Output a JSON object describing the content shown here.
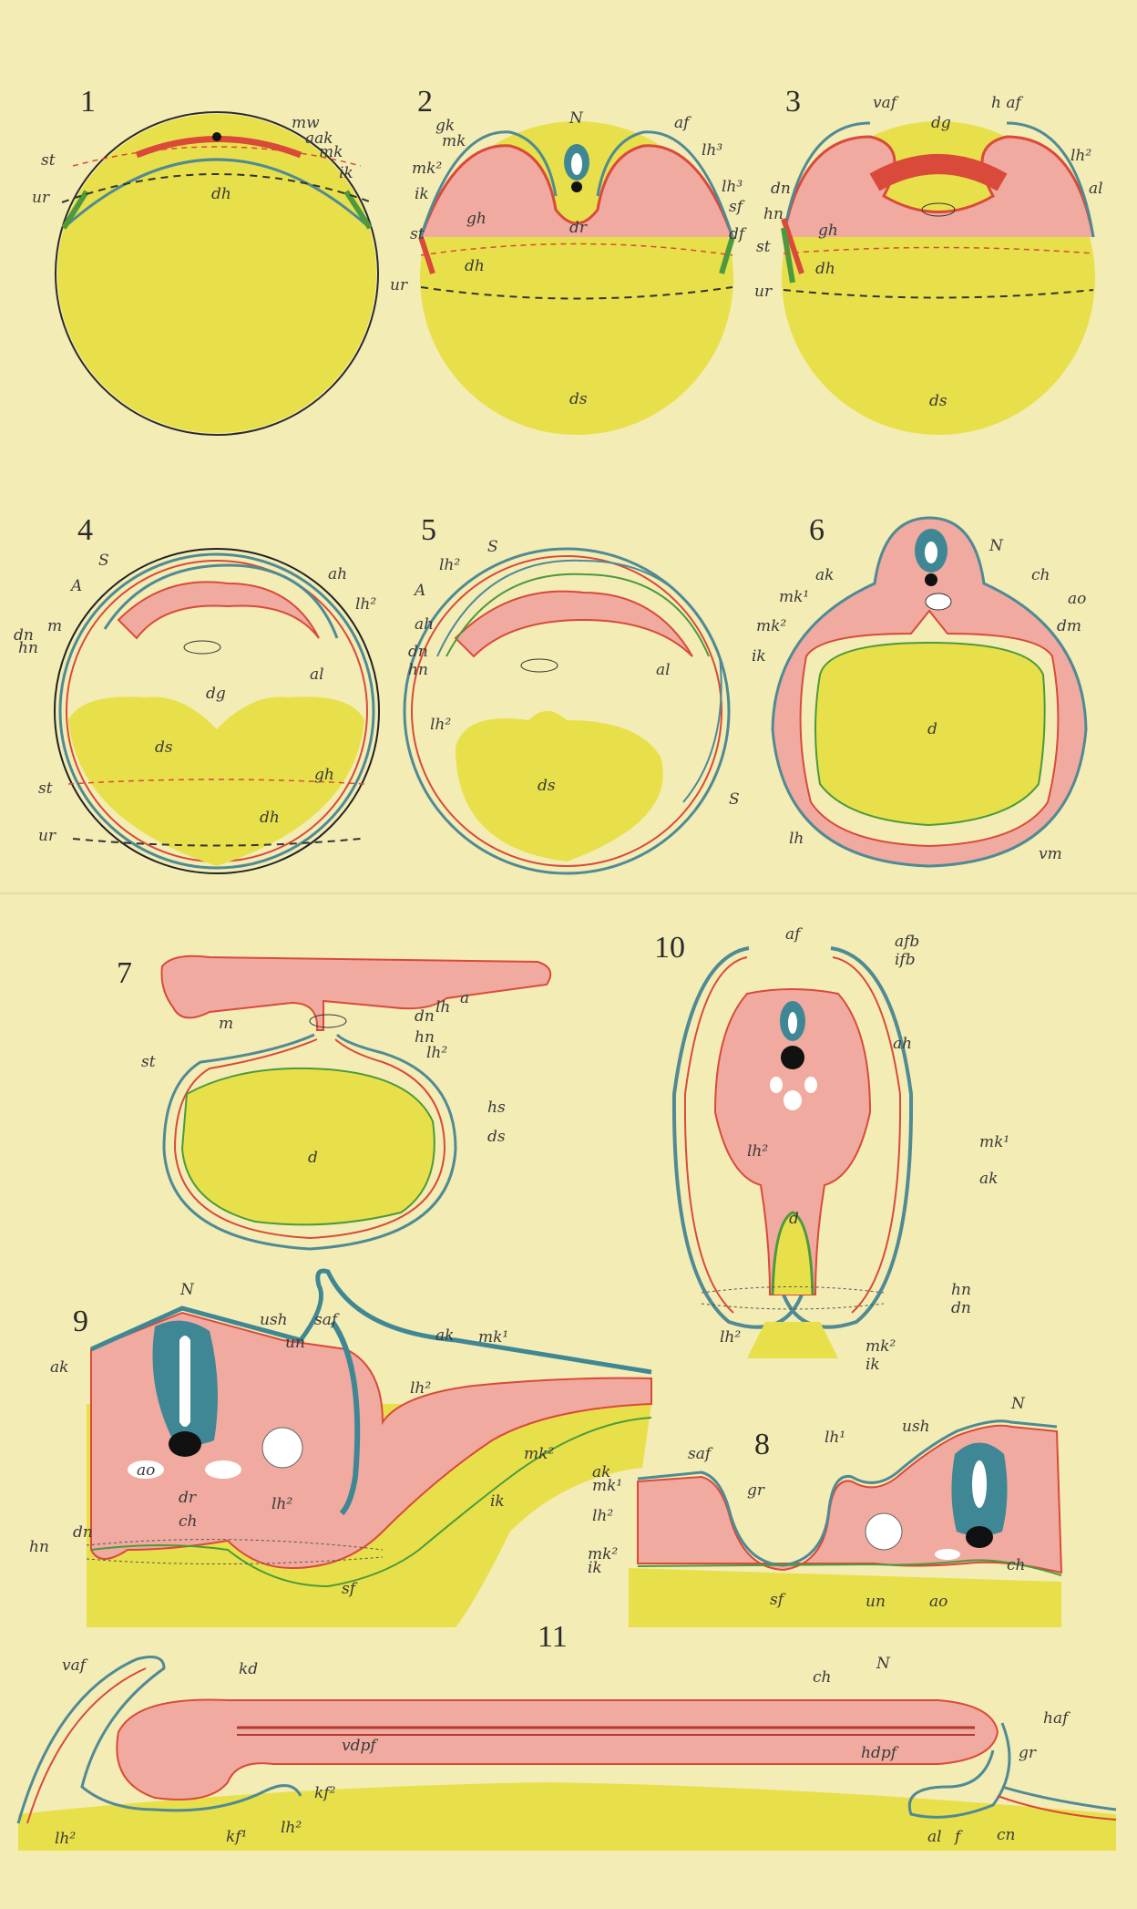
{
  "plate": {
    "border_color": "#f3ecb5",
    "yolk_color": "#e8e04a",
    "ectoderm_color": "#4f8a95",
    "mesoderm_color": "#d94a3a",
    "endoderm_color": "#4c9a3c",
    "tissue_color": "#f0aaa0"
  },
  "figures": {
    "f1": {
      "number": "1",
      "labels": [
        "mw",
        "aak",
        "mk",
        "ik",
        "st",
        "ur",
        "dh"
      ]
    },
    "f2": {
      "number": "2",
      "labels": [
        "N",
        "gk",
        "mk",
        "af",
        "lh³",
        "mk²",
        "lh³",
        "ik",
        "st",
        "ur",
        "gh",
        "dh",
        "ds",
        "sf",
        "df",
        "dr"
      ]
    },
    "f3": {
      "number": "3",
      "labels": [
        "vaf",
        "h af",
        "dg",
        "lh²",
        "dn",
        "al",
        "hn",
        "gh",
        "st",
        "dh",
        "ur",
        "ds"
      ]
    },
    "f4": {
      "number": "4",
      "labels": [
        "S",
        "A",
        "ah",
        "lh²",
        "m",
        "dn",
        "hn",
        "dg",
        "al",
        "ds",
        "gh",
        "st",
        "dh",
        "ur"
      ]
    },
    "f5": {
      "number": "5",
      "labels": [
        "S",
        "lh²",
        "A",
        "ah",
        "dn",
        "hn",
        "al",
        "lh²",
        "ds",
        "S"
      ]
    },
    "f6": {
      "number": "6",
      "labels": [
        "N",
        "ak",
        "ch",
        "mk¹",
        "ao",
        "mk²",
        "dm",
        "ik",
        "d",
        "lh",
        "vm"
      ]
    },
    "f7": {
      "number": "7",
      "labels": [
        "m",
        "lh",
        "a",
        "dn",
        "hn",
        "st",
        "lh²",
        "hs",
        "ds",
        "d"
      ]
    },
    "f8": {
      "number": "8",
      "labels": [
        "saf",
        "lh¹",
        "ush",
        "N",
        "ak",
        "mk¹",
        "gr",
        "lh²",
        "mk²",
        "ik",
        "sf",
        "un",
        "ao",
        "ch"
      ]
    },
    "f9": {
      "number": "9",
      "labels": [
        "N",
        "ush",
        "saf",
        "un",
        "ak",
        "mk¹",
        "ak",
        "lh²",
        "mk²",
        "ao",
        "dr",
        "ch",
        "lh²",
        "ik",
        "dn",
        "hn",
        "sf"
      ]
    },
    "f10": {
      "number": "10",
      "labels": [
        "af",
        "afb",
        "ifb",
        "ah",
        "mk¹",
        "ak",
        "lh²",
        "d",
        "hn",
        "dn",
        "lh²",
        "mk²",
        "ik"
      ]
    },
    "f11": {
      "number": "11",
      "labels": [
        "vaf",
        "kd",
        "ch",
        "N",
        "haf",
        "vdpf",
        "hdpf",
        "gr",
        "kf²",
        "lh²",
        "kf¹",
        "lh²",
        "al",
        "f",
        "cn"
      ]
    }
  }
}
